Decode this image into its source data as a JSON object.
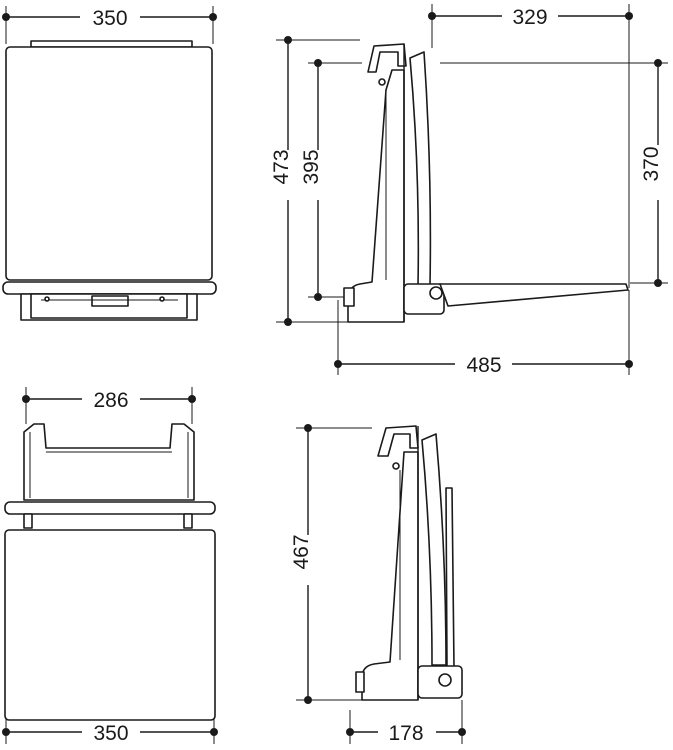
{
  "dimensions": {
    "front_top_width": "350",
    "side_depth_folded_top": "329",
    "side_total_height": "473",
    "side_hook_height": "395",
    "side_seat_height": "370",
    "side_seat_depth": "485",
    "back_bracket_width": "286",
    "back_seat_width": "350",
    "folded_height": "467",
    "folded_depth": "178"
  }
}
